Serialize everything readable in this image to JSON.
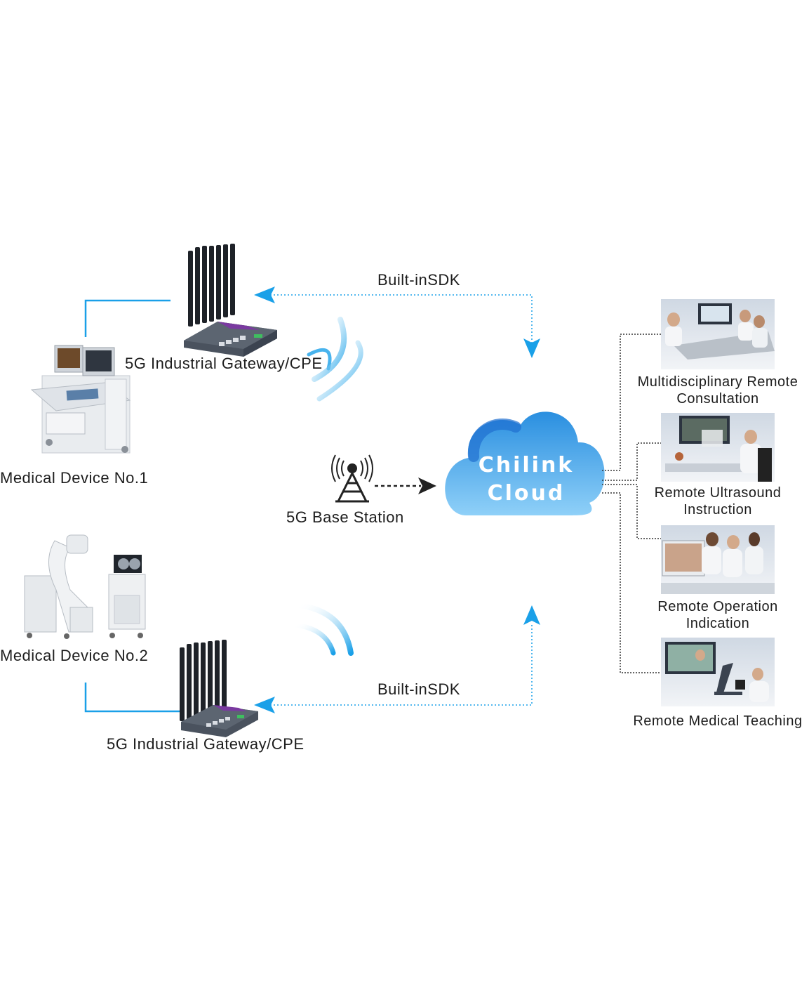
{
  "sdk_top": "Built-inSDK",
  "sdk_bottom": "Built-inSDK",
  "gateway_top": "5G Industrial Gateway/CPE",
  "gateway_bottom": "5G Industrial Gateway/CPE",
  "device1": "Medical Device No.1",
  "device2": "Medical Device No.2",
  "base_station": "5G Base Station",
  "cloud": {
    "line1": "Chilink",
    "line2": "Cloud"
  },
  "apps": [
    {
      "line1": "Multidisciplinary Remote",
      "line2": "Consultation"
    },
    {
      "line1": "Remote Ultrasound",
      "line2": "Instruction"
    },
    {
      "line1": "Remote Operation",
      "line2": "Indication"
    },
    {
      "line1": "Remote Medical Teaching",
      "line2": ""
    }
  ],
  "colors": {
    "accent": "#1aa0e8",
    "cloud": "#4fb6f0",
    "dark": "#3b4350",
    "purple": "#7a3aa0"
  }
}
